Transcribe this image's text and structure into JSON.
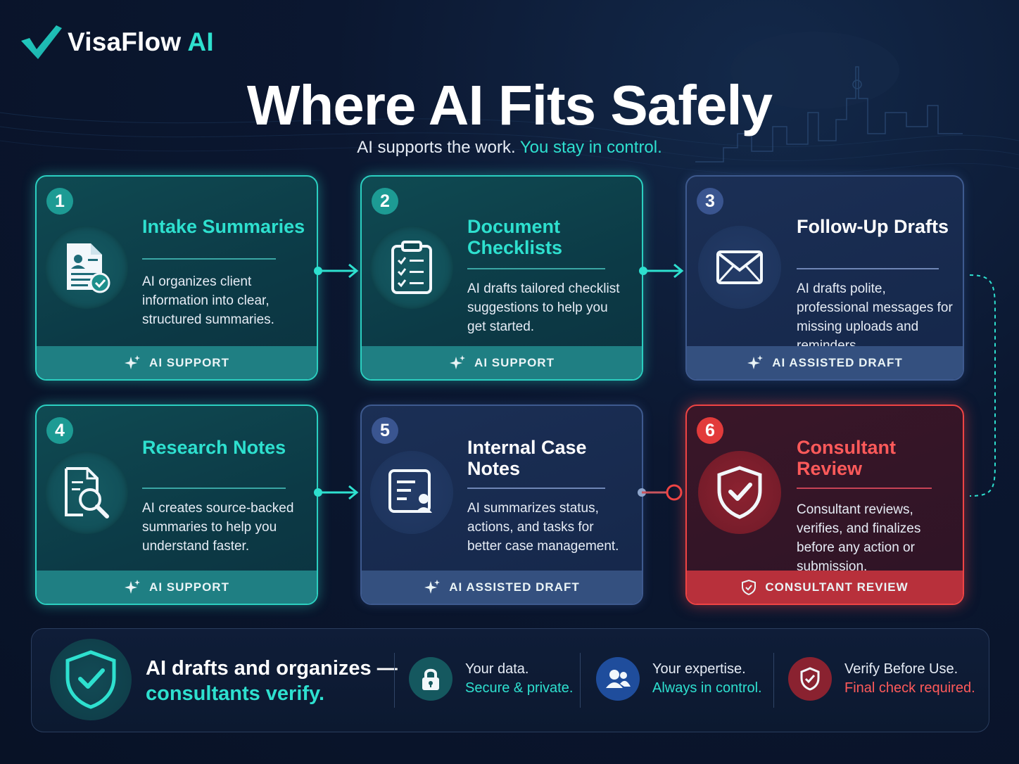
{
  "brand": {
    "name": "VisaFlow",
    "suffix": "AI"
  },
  "title": "Where AI Fits Safely",
  "subtitle": {
    "part1": "AI supports the work.",
    "part2": "You stay in control."
  },
  "steps": [
    {
      "number": "1",
      "title": "Intake Summaries",
      "description": "AI organizes client information into clear, structured summaries.",
      "badge": "AI SUPPORT",
      "icon": "document-check-icon"
    },
    {
      "number": "2",
      "title": "Document Checklists",
      "description": "AI drafts tailored checklist suggestions to help you get started.",
      "badge": "AI SUPPORT",
      "icon": "clipboard-checklist-icon"
    },
    {
      "number": "3",
      "title": "Follow-Up Drafts",
      "description": "AI drafts polite, professional messages for missing uploads and reminders.",
      "badge": "AI ASSISTED DRAFT",
      "icon": "envelope-icon"
    },
    {
      "number": "4",
      "title": "Research Notes",
      "description": "AI creates source-backed summaries to help you understand faster.",
      "badge": "AI SUPPORT",
      "icon": "document-search-icon"
    },
    {
      "number": "5",
      "title": "Internal Case Notes",
      "description": "AI summarizes status, actions, and tasks for better case management.",
      "badge": "AI ASSISTED DRAFT",
      "icon": "case-notes-icon"
    },
    {
      "number": "6",
      "title": "Consultant Review",
      "description": "Consultant reviews, verifies, and finalizes before any action or submission.",
      "badge": "CONSULTANT REVIEW",
      "icon": "shield-check-icon"
    }
  ],
  "footer": {
    "headline_line1": "AI drafts and organizes —",
    "headline_line2": "consultants verify.",
    "items": [
      {
        "line1": "Your data.",
        "line2": "Secure & private.",
        "icon": "lock-icon",
        "color": "#2ee0cf"
      },
      {
        "line1": "Your expertise.",
        "line2": "Always in control.",
        "icon": "users-icon",
        "color": "#2ee0cf"
      },
      {
        "line1": "Verify Before Use.",
        "line2": "Final check required.",
        "icon": "shield-check-icon",
        "color": "#ff5a5a"
      }
    ]
  },
  "colors": {
    "teal": "#2ee0cf",
    "navy": "#3e5a8f",
    "red": "#ef4444"
  }
}
